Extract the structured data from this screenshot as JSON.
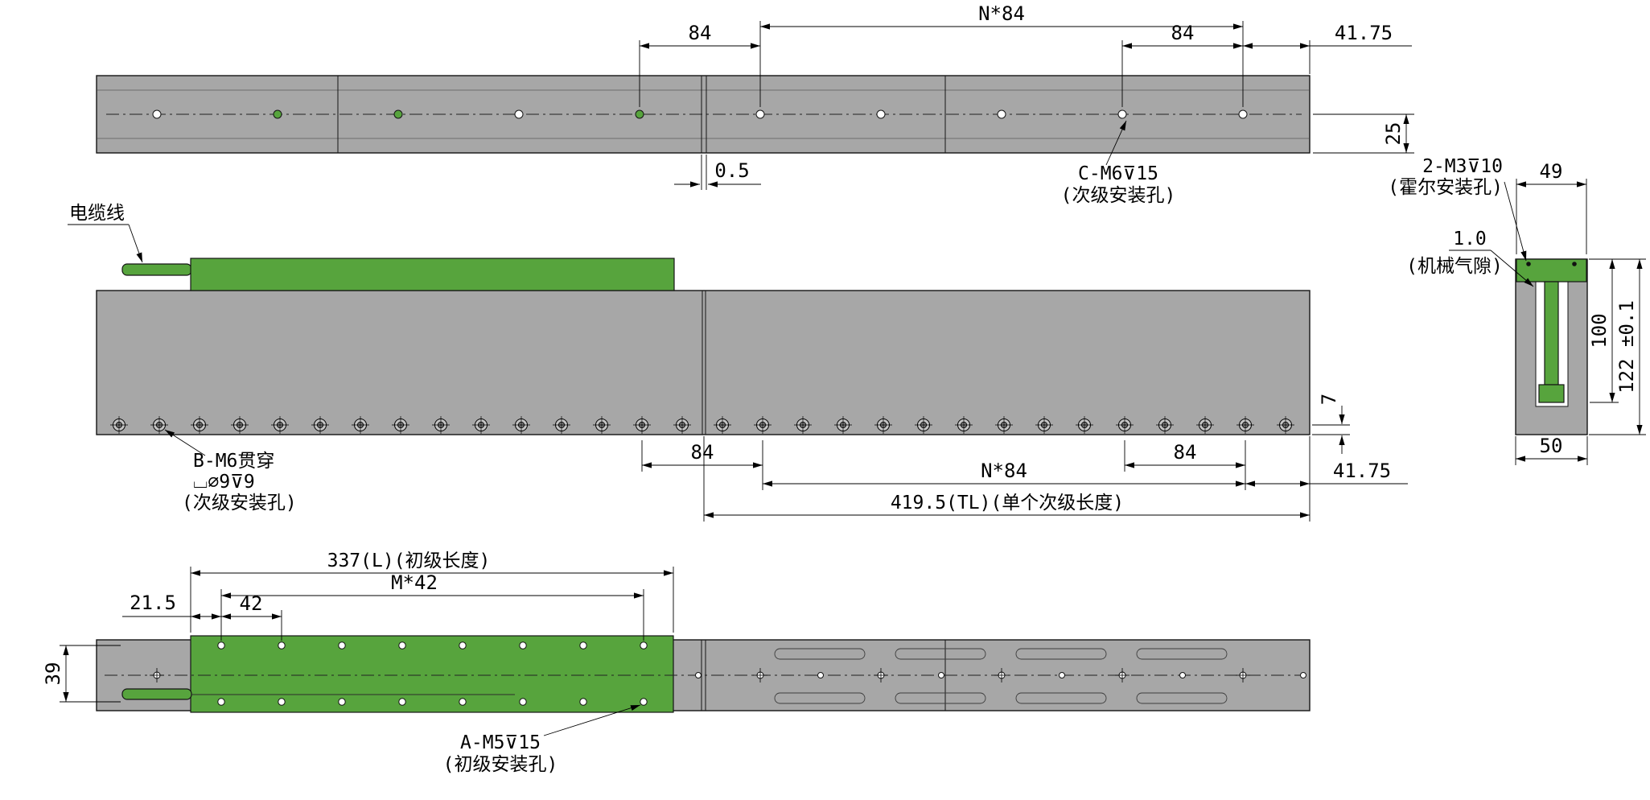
{
  "colors": {
    "rail_gray": "#a7a7a7",
    "motor_green": "#57a43d",
    "line_color": "#141414",
    "bg": "#ffffff"
  },
  "top_view": {
    "dims": {
      "pitch_left": "84",
      "pitch_series": "N*84",
      "pitch_right": "84",
      "end_offset": "41.75",
      "hole_to_edge": "25",
      "segment_gap": "0.5"
    },
    "callout_c": {
      "line1": "C-M6⊽15",
      "line2": "(次级安装孔)"
    }
  },
  "side_view": {
    "cable_label": "电缆线",
    "dims": {
      "pitch_left": "84",
      "pitch_series": "N*84",
      "pitch_right": "84",
      "end_offset": "41.75",
      "screw_edge": "7",
      "segment_length": "419.5(TL)(单个次级长度)"
    },
    "callout_b": {
      "line1": "B-M6贯穿",
      "line2": "⌴∅9⊽9",
      "line3": "(次级安装孔)"
    }
  },
  "section_view": {
    "dims": {
      "top_width": "49",
      "inner_height": "100",
      "total_height": "122 ±0.1",
      "bottom_width": "50"
    },
    "callout_hall": {
      "line1": "2-M3⊽10",
      "line2": "(霍尔安装孔)"
    },
    "callout_gap": {
      "line1": "1.0",
      "line2": "(机械气隙)"
    }
  },
  "bottom_view": {
    "dims": {
      "primary_length": "337(L)(初级长度)",
      "hole_pitch_series": "M*42",
      "first_hole_offset": "21.5",
      "hole_pitch": "42",
      "hole_row_spacing": "39"
    },
    "callout_a": {
      "line1": "A-M5⊽15",
      "line2": "(初级安装孔)"
    }
  }
}
